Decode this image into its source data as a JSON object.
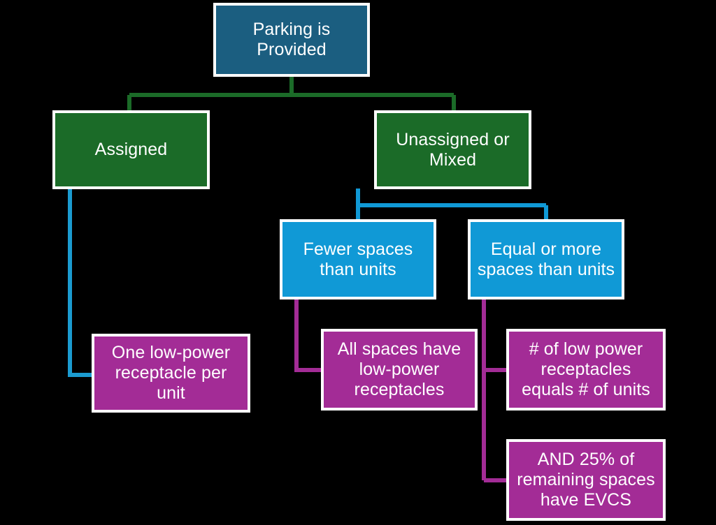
{
  "diagram": {
    "title": "Parking is Provided decision flowchart",
    "background_color": "#000000",
    "palette": {
      "root_blue": "#1B5E80",
      "green": "#1B6B28",
      "cyan": "#1099D6",
      "purple": "#A32C96",
      "node_border": "#FFFFFF",
      "connector_green": "#1B6B28",
      "connector_cyan": "#1099D6",
      "connector_teal": "#1B9BD0",
      "connector_magenta": "#A32C96"
    },
    "nodes": {
      "root": {
        "label": "Parking is\nProvided",
        "color": "#1B5E80"
      },
      "assigned": {
        "label": "Assigned",
        "color": "#1B6B28"
      },
      "unassigned": {
        "label": "Unassigned or\nMixed",
        "color": "#1B6B28"
      },
      "fewer_spaces": {
        "label": "Fewer spaces\nthan units",
        "color": "#1099D6"
      },
      "equal_or_more": {
        "label": "Equal or more\nspaces than units",
        "color": "#1099D6"
      },
      "one_receptacle": {
        "label": "One low-power\nreceptacle per\nunit",
        "color": "#A32C96"
      },
      "all_spaces": {
        "label": "All spaces have\nlow-power\nreceptacles",
        "color": "#A32C96"
      },
      "count_equals": {
        "label": "# of low power\nreceptacles\nequals # of units",
        "color": "#A32C96"
      },
      "evcs": {
        "label": "AND 25% of\nremaining spaces\nhave EVCS",
        "color": "#A32C96"
      }
    },
    "edges": [
      {
        "name": "root-to-assigned",
        "from": "root",
        "to": "assigned",
        "color": "#1B6B28"
      },
      {
        "name": "root-to-unassigned",
        "from": "root",
        "to": "unassigned",
        "color": "#1B6B28"
      },
      {
        "name": "unassigned-to-fewer-spaces",
        "from": "unassigned",
        "to": "fewer_spaces",
        "color": "#1099D6"
      },
      {
        "name": "unassigned-to-equal-or-more",
        "from": "unassigned",
        "to": "equal_or_more",
        "color": "#1099D6"
      },
      {
        "name": "assigned-to-one-receptacle",
        "from": "assigned",
        "to": "one_receptacle",
        "color": "#1B9BD0"
      },
      {
        "name": "fewer-spaces-to-all-spaces",
        "from": "fewer_spaces",
        "to": "all_spaces",
        "color": "#A32C96"
      },
      {
        "name": "equal-or-more-to-count-equals",
        "from": "equal_or_more",
        "to": "count_equals",
        "color": "#A32C96"
      },
      {
        "name": "equal-or-more-to-evcs",
        "from": "equal_or_more",
        "to": "evcs",
        "color": "#A32C96"
      }
    ]
  }
}
